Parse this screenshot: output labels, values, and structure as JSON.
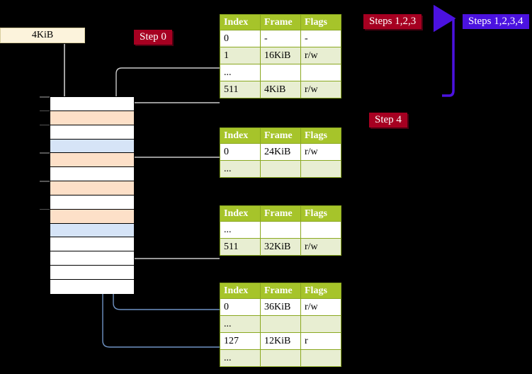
{
  "page": {
    "background": "#000000",
    "accent_green": "#a6c42a",
    "accent_red": "#a60021",
    "accent_blue": "#4b12e0",
    "highlight_yellow": "#fbf8a8",
    "row_peach": "#fde0c8",
    "row_blue": "#d6e4f7"
  },
  "labels": {
    "kib_box": "4KiB",
    "step0": "Step 0",
    "step4": "Step 4",
    "steps123": "Steps 1,2,3",
    "steps1234": "Steps 1,2,3,4"
  },
  "tables": [
    {
      "name": "pml4-table",
      "headers": [
        "Index",
        "Frame",
        "Flags"
      ],
      "rows": [
        {
          "cells": [
            "0",
            "-",
            "-"
          ],
          "shade": "odd",
          "highlight": false
        },
        {
          "cells": [
            "1",
            "16KiB",
            "r/w"
          ],
          "shade": "even",
          "highlight": false
        },
        {
          "cells": [
            "...",
            "",
            ""
          ],
          "shade": "odd",
          "highlight": false
        },
        {
          "cells": [
            "511",
            "4KiB",
            "r/w"
          ],
          "shade": "even",
          "highlight": true
        }
      ]
    },
    {
      "name": "pdp-table",
      "headers": [
        "Index",
        "Frame",
        "Flags"
      ],
      "rows": [
        {
          "cells": [
            "0",
            "24KiB",
            "r/w"
          ],
          "shade": "odd",
          "highlight": false
        },
        {
          "cells": [
            "...",
            "",
            ""
          ],
          "shade": "even",
          "highlight": false
        }
      ]
    },
    {
      "name": "pd-table",
      "headers": [
        "Index",
        "Frame",
        "Flags"
      ],
      "rows": [
        {
          "cells": [
            "...",
            "",
            ""
          ],
          "shade": "odd",
          "highlight": false
        },
        {
          "cells": [
            "511",
            "32KiB",
            "r/w"
          ],
          "shade": "even",
          "highlight": false
        }
      ]
    },
    {
      "name": "pt-table",
      "headers": [
        "Index",
        "Frame",
        "Flags"
      ],
      "rows": [
        {
          "cells": [
            "0",
            "36KiB",
            "r/w"
          ],
          "shade": "odd",
          "highlight": false
        },
        {
          "cells": [
            "...",
            "",
            ""
          ],
          "shade": "even",
          "highlight": false
        },
        {
          "cells": [
            "127",
            "12KiB",
            "r"
          ],
          "shade": "odd",
          "highlight": false
        },
        {
          "cells": [
            "...",
            "",
            ""
          ],
          "shade": "even",
          "highlight": false
        }
      ]
    }
  ],
  "memory_grid": {
    "rows": [
      {
        "fill": "#ffffff",
        "tick": true
      },
      {
        "fill": "#fde0c8",
        "tick": true
      },
      {
        "fill": "#ffffff",
        "tick": true
      },
      {
        "fill": "#d6e4f7",
        "tick": false
      },
      {
        "fill": "#fde0c8",
        "tick": true
      },
      {
        "fill": "#ffffff",
        "tick": false
      },
      {
        "fill": "#fde0c8",
        "tick": true
      },
      {
        "fill": "#ffffff",
        "tick": false
      },
      {
        "fill": "#fde0c8",
        "tick": true
      },
      {
        "fill": "#d6e4f7",
        "tick": false
      },
      {
        "fill": "#ffffff",
        "tick": false
      },
      {
        "fill": "#ffffff",
        "tick": false
      },
      {
        "fill": "#ffffff",
        "tick": false
      },
      {
        "fill": "#ffffff",
        "tick": false
      }
    ]
  }
}
